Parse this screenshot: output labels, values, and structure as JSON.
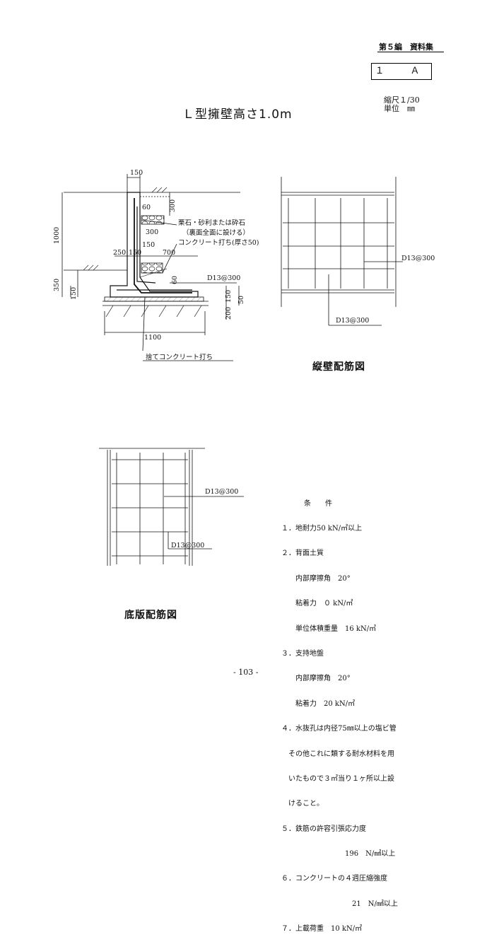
{
  "header": {
    "section": "第５編　資料集",
    "code": "１　Ａ"
  },
  "title": "Ｌ型擁壁高さ1.0m",
  "scale": {
    "ratio": "縮尺１/30",
    "unit": "単位　㎜"
  },
  "section_diagram": {
    "dims": {
      "top_width": "150",
      "height_total": "1000",
      "front_height": "350",
      "base_left": "150",
      "base_offset": "250",
      "base_mid": "150",
      "heel": "700",
      "base_thickness": "150",
      "base_width": "1100",
      "lean": "200",
      "lean_thin": "50",
      "backfill_60": "60",
      "backfill_300_top": "300",
      "backfill_300": "300",
      "haunch_60": "60"
    },
    "labels": {
      "backfill": "栗石・砂利または砕石",
      "backfill_note": "（裏面全面に設ける）",
      "concrete": "コンクリート打ち(厚さ50)",
      "rebar": "D13@300",
      "lean_concrete": "捨てコンクリート打ち"
    }
  },
  "wall_rebar": {
    "caption": "縦壁配筋図",
    "label_right": "D13@300",
    "label_bottom": "D13@300"
  },
  "base_rebar": {
    "caption": "底版配筋図",
    "label_top": "D13@300",
    "label_bottom": "D13@300"
  },
  "conditions": {
    "heading": "条　　件",
    "lines": [
      "１．地耐力50 kN/㎡以上",
      "２．背面土質",
      "　　内部摩擦角　20°",
      "　　粘着力　０ kN/㎡",
      "　　単位体積重量　16 kN/㎥",
      "３．支持地盤",
      "　　内部摩擦角　20°",
      "　　粘着力　20 kN/㎡",
      "４．水抜孔は内径75㎜以上の塩ビ管",
      "　その他これに類する耐水材料を用",
      "　いたもので３㎡当り１ヶ所以上設",
      "　けること。",
      "５．鉄筋の許容引張応力度",
      "　　　　　　　　　196　N/㎟以上",
      "６．コンクリートの４週圧縮強度",
      "　　　　　　　　　　21　N/㎟以上",
      "７．上載荷重　10 kN/㎡"
    ]
  },
  "page_number": "- 103 -"
}
